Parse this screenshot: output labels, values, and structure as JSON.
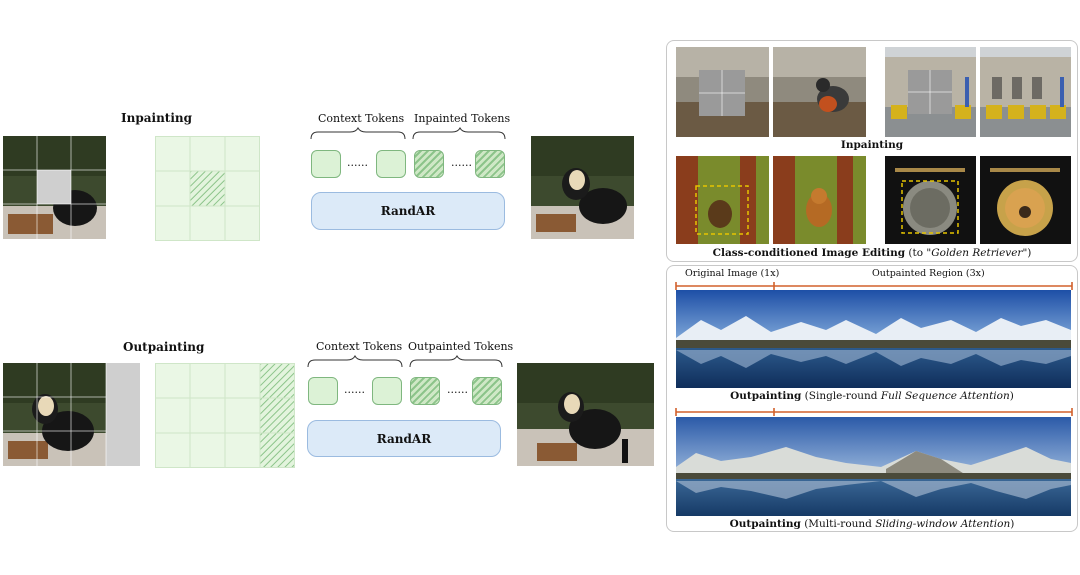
{
  "inpainting_row": {
    "title": "Inpainting",
    "context_label": "Context Tokens",
    "target_label": "Inpainted Tokens",
    "dots": "......",
    "model_label": "RandAR"
  },
  "outpainting_row": {
    "title": "Outpainting",
    "context_label": "Context Tokens",
    "target_label": "Outpainted Tokens",
    "dots": "......",
    "model_label": "RandAR"
  },
  "examples_panel": {
    "inpainting_caption": "Inpainting",
    "editing_caption_bold": "Class-conditioned Image Editing",
    "editing_caption_rest_pre": " (to \"",
    "editing_caption_italic": "Golden Retriever",
    "editing_caption_rest_post": "\")"
  },
  "outpaint_panel": {
    "original_label": "Original Image (1x)",
    "outpainted_label": "Outpainted Region (3x)",
    "caption1_bold": "Outpainting",
    "caption1_pre": " (Single-round ",
    "caption1_italic": "Full Sequence Attention",
    "caption1_post": ")",
    "caption2_bold": "Outpainting",
    "caption2_pre": " (Multi-round ",
    "caption2_italic": "Sliding-window Attention",
    "caption2_post": ")"
  },
  "colors": {
    "token_fill": "#dcf2d6",
    "token_border": "#7fb77f",
    "model_fill": "#dceaf8",
    "arrow": "#d2612b",
    "mask_box": "#e6c400"
  }
}
